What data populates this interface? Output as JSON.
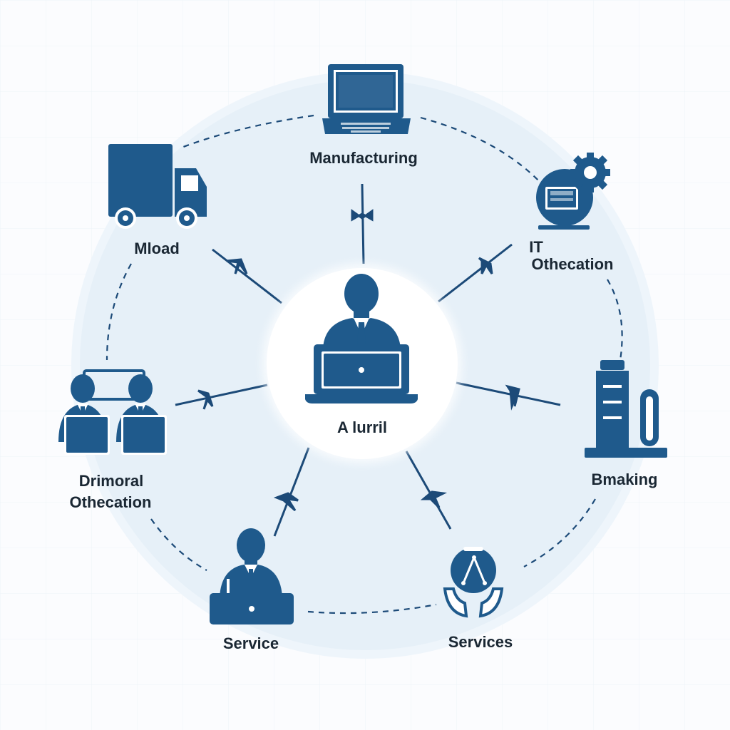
{
  "colors": {
    "primary": "#1f5a8c",
    "ring_fill": "#e6f0f8",
    "background": "#fbfcfe",
    "center_fill": "#ffffff",
    "connector": "#1c4a78",
    "white": "#ffffff"
  },
  "center": {
    "label": "A lurril",
    "icon": "person-at-laptop-icon"
  },
  "nodes": {
    "manufacturing": {
      "label": "Manufacturing",
      "icon": "laptop-icon"
    },
    "mload": {
      "label": "Mload",
      "icon": "truck-icon"
    },
    "it_othecation": {
      "line1": "IT",
      "line2": "Othecation",
      "icon": "monitor-gear-icon"
    },
    "drimoral_othecation": {
      "line1": "Drimoral",
      "line2": "Othecation",
      "icon": "two-people-icon"
    },
    "bmaking": {
      "label": "Bmaking",
      "icon": "machine-icon"
    },
    "service": {
      "label": "Service",
      "icon": "person-at-laptop-icon"
    },
    "services": {
      "label": "Services",
      "icon": "hands-support-icon"
    }
  }
}
